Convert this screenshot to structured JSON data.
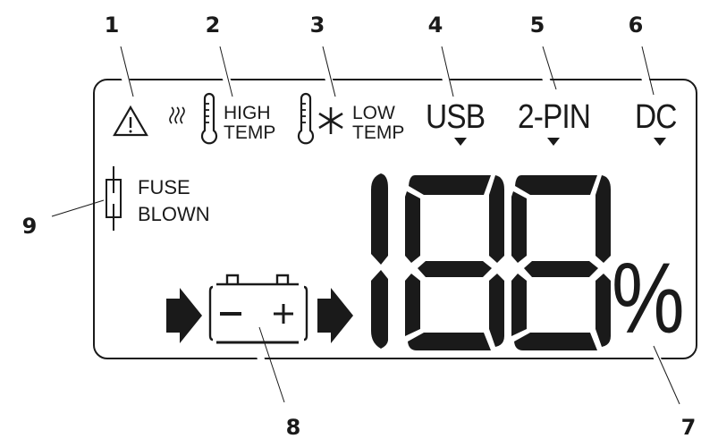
{
  "callouts": [
    {
      "id": "1",
      "target": "warning"
    },
    {
      "id": "2",
      "target": "high-temp"
    },
    {
      "id": "3",
      "target": "low-temp"
    },
    {
      "id": "4",
      "target": "usb"
    },
    {
      "id": "5",
      "target": "2-pin"
    },
    {
      "id": "6",
      "target": "dc"
    },
    {
      "id": "7",
      "target": "percent"
    },
    {
      "id": "8",
      "target": "battery"
    },
    {
      "id": "9",
      "target": "fuse-blown"
    }
  ],
  "indicators": {
    "warning_icon": "warning-triangle-icon",
    "high_temp": {
      "icon": "heat-thermometer-icon",
      "line1": "HIGH",
      "line2": "TEMP"
    },
    "low_temp": {
      "icon": "cold-thermometer-icon",
      "line1": "LOW",
      "line2": "TEMP"
    },
    "usb": "USB",
    "two_pin": "2-PIN",
    "dc": "DC",
    "fuse": {
      "icon": "fuse-icon",
      "line1": "FUSE",
      "line2": "BLOWN"
    },
    "battery": {
      "icon": "battery-icon",
      "minus": "−",
      "plus": "+"
    }
  },
  "display": {
    "digits": "188",
    "unit": "%"
  },
  "colors": {
    "ink": "#1a1a1a",
    "background": "#ffffff"
  }
}
